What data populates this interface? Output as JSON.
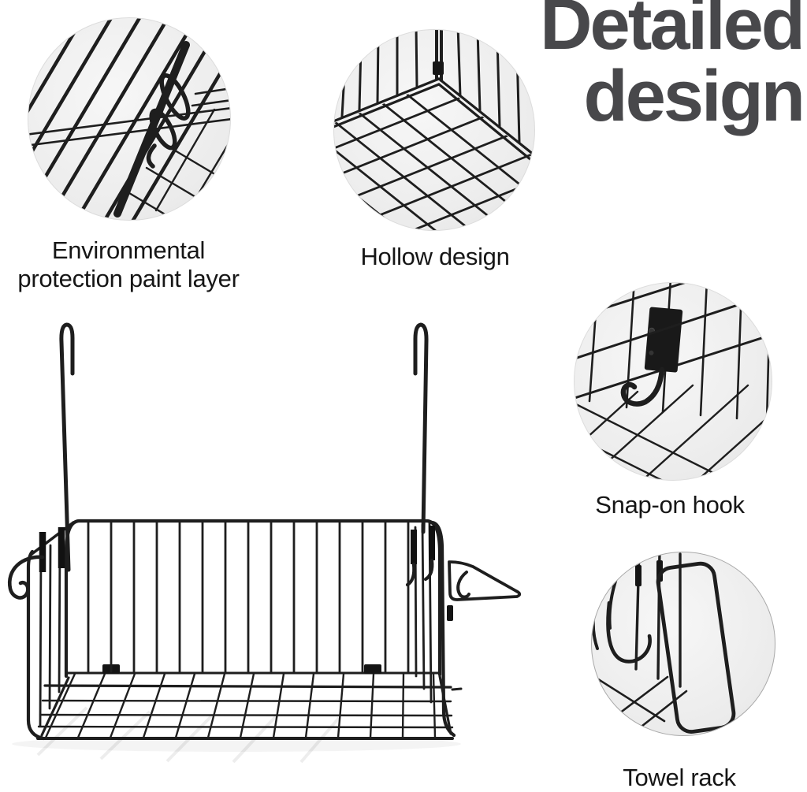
{
  "title": {
    "line1": "Detailed",
    "line2": "design",
    "color": "#48484b"
  },
  "callouts": [
    {
      "id": "paint-layer",
      "label": "Environmental protection paint layer",
      "label_lines": [
        "Environmental",
        "protection paint layer"
      ],
      "photo": "close-up of coated diagonal wire bars with snap clip"
    },
    {
      "id": "hollow-design",
      "label": "Hollow design",
      "label_lines": [
        "Hollow design"
      ],
      "photo": "inside corner of basket showing hollow wire-grid bottom"
    },
    {
      "id": "snap-on-hook",
      "label": "Snap-on hook",
      "label_lines": [
        "Snap-on hook"
      ],
      "photo": "black mounting plate with J-hook snapped onto wire grid"
    },
    {
      "id": "towel-rack",
      "label": "Towel rack",
      "label_lines": [
        "Towel rack"
      ],
      "photo": "side towel bar frame attached to basket wall"
    }
  ],
  "product": {
    "name": "hanging wire storage basket with two tall rail hooks, side snap hooks and towel rack"
  },
  "colors": {
    "background": "#ffffff",
    "wire": "#1e1e1e",
    "title_text": "#48484b",
    "label_text": "#161616",
    "photo_background": "#ededed"
  }
}
